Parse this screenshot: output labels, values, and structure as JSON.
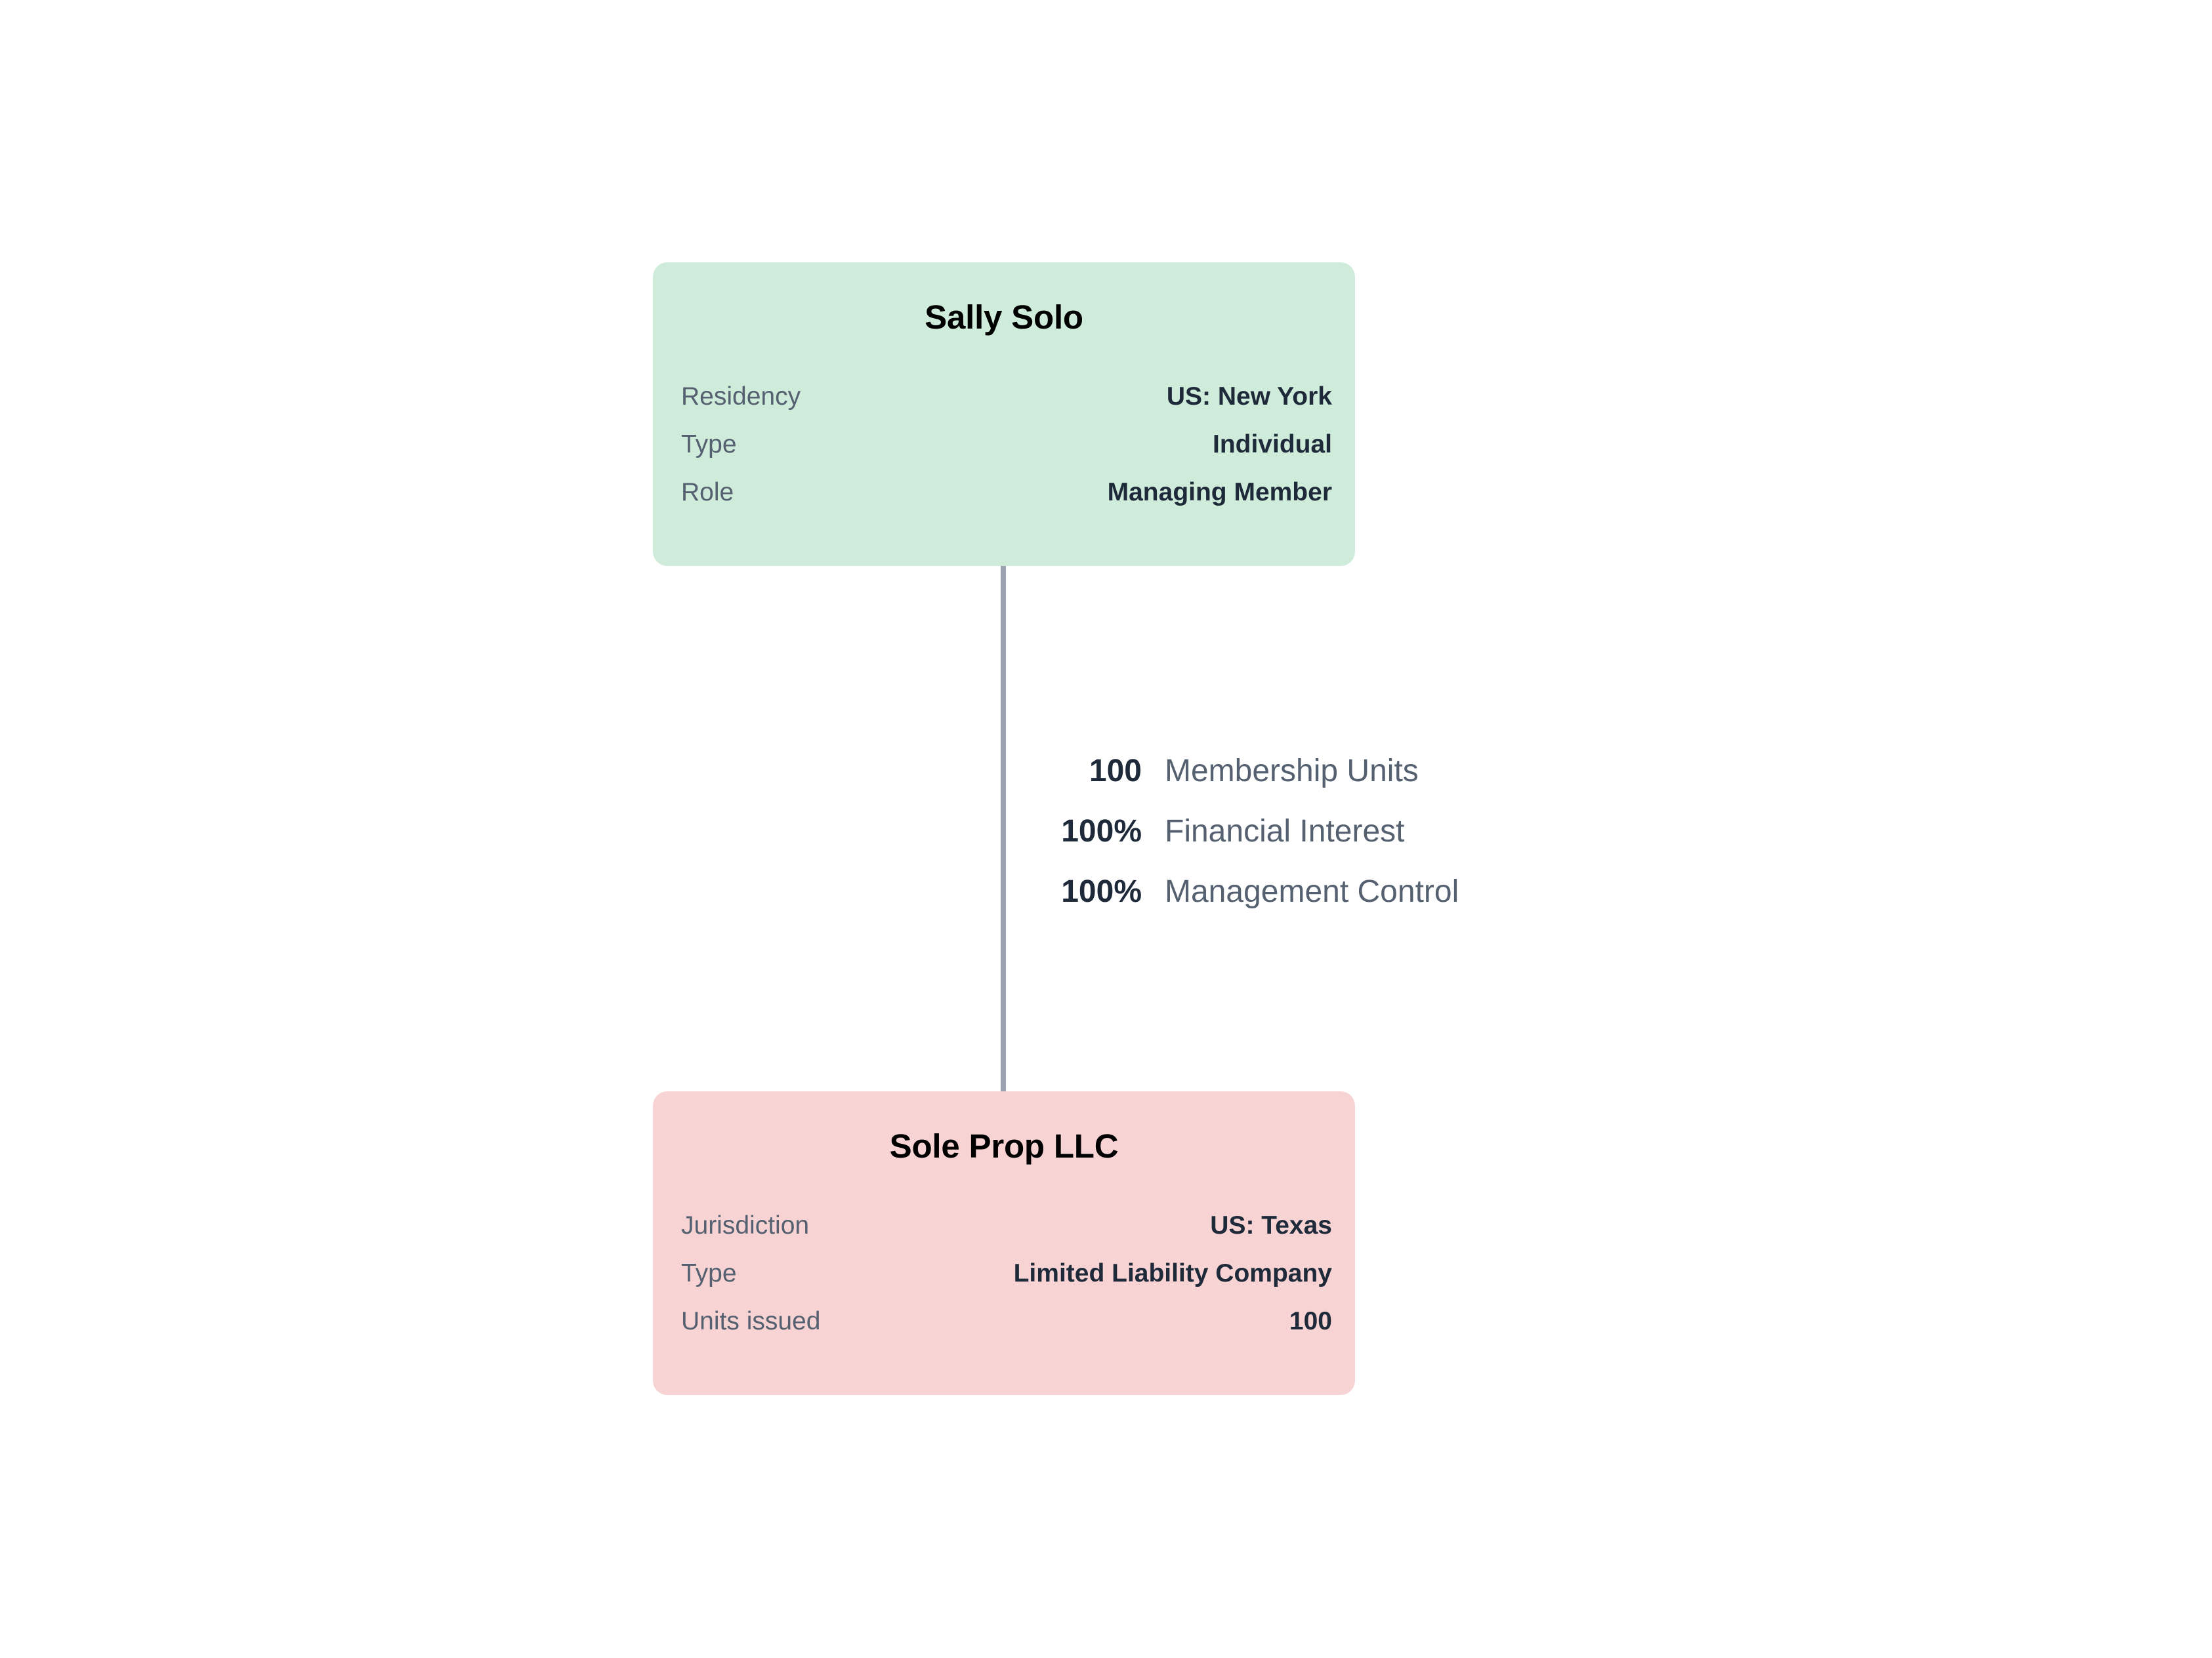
{
  "diagram": {
    "type": "ownership-structure-chart",
    "background_color": "#FFFFFF",
    "connector_color": "#9BA3B0"
  },
  "owner_node": {
    "title": "Sally Solo",
    "fill_color": "#CFEBDA",
    "rows": [
      {
        "label": "Residency",
        "value": "US: New York"
      },
      {
        "label": "Type",
        "value": "Individual"
      },
      {
        "label": "Role",
        "value": "Managing Member"
      }
    ]
  },
  "entity_node": {
    "title": "Sole Prop LLC",
    "fill_color": "#F7D3D3",
    "rows": [
      {
        "label": "Jurisdiction",
        "value": "US: Texas"
      },
      {
        "label": "Type",
        "value": "Limited Liability Company"
      },
      {
        "label": "Units issued",
        "value": "100"
      }
    ]
  },
  "edge": {
    "items": [
      {
        "amount": "100",
        "text": "Membership Units"
      },
      {
        "amount": "100%",
        "text": "Financial Interest"
      },
      {
        "amount": "100%",
        "text": "Management Control"
      }
    ]
  }
}
